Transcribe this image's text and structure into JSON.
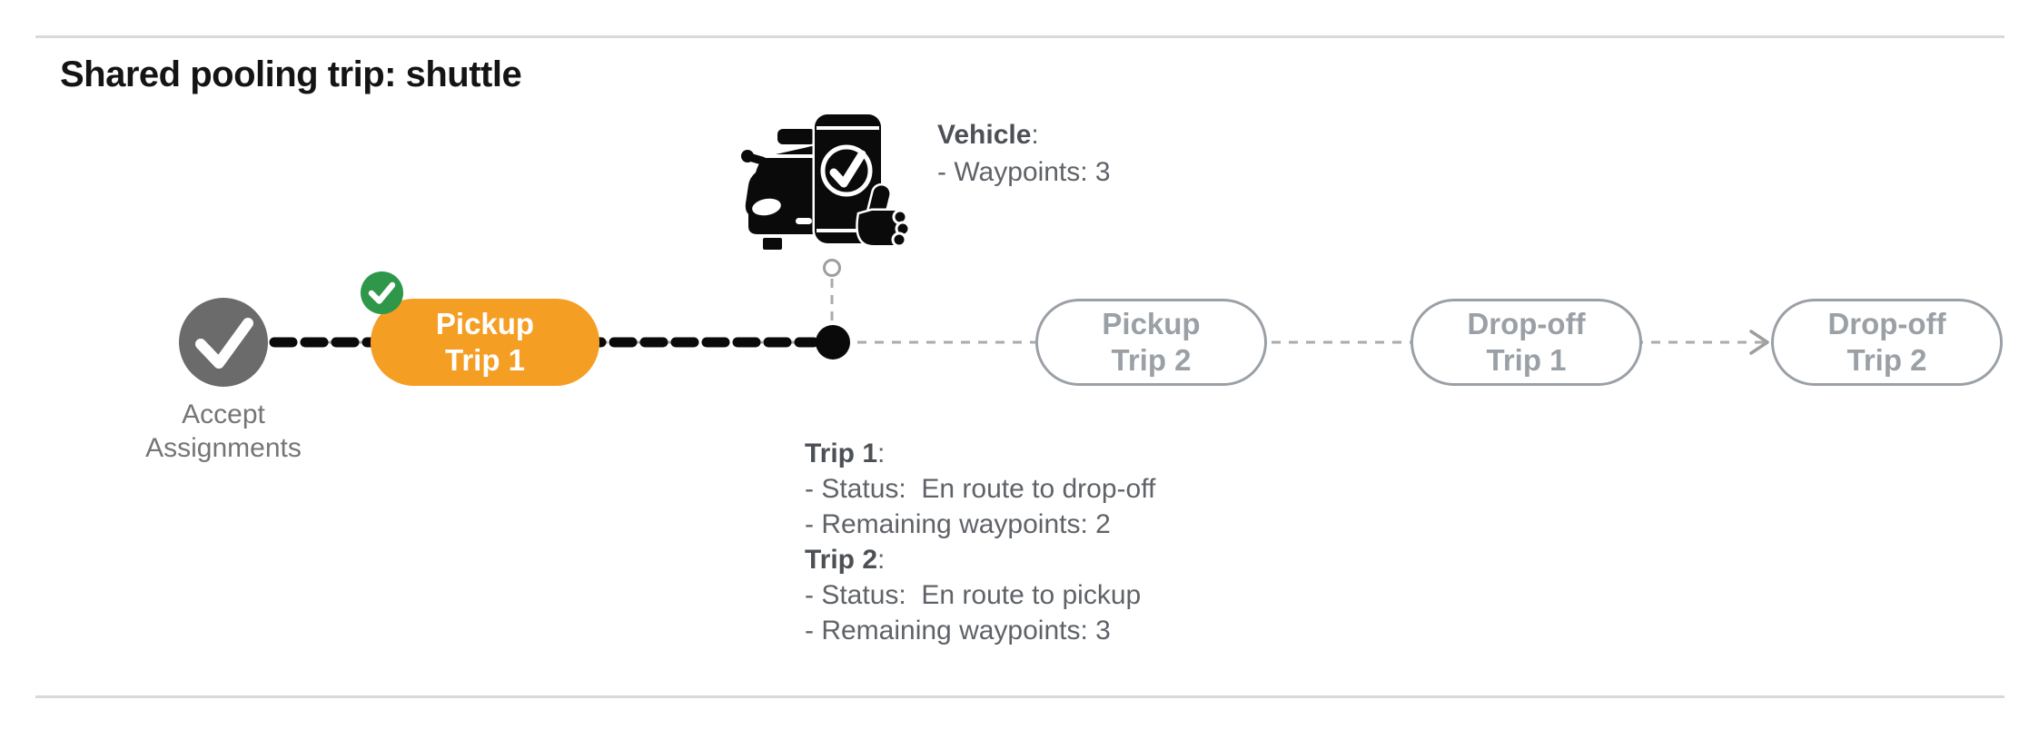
{
  "title": "Shared pooling trip: shuttle",
  "diagram": {
    "start_node": {
      "label_lines": [
        "Accept",
        "Assignments"
      ],
      "state": "completed"
    },
    "stages": [
      {
        "lines": [
          "Pickup",
          "Trip 1"
        ],
        "state": "active"
      },
      {
        "lines": [
          "Pickup",
          "Trip 2"
        ],
        "state": "pending"
      },
      {
        "lines": [
          "Drop-off",
          "Trip 1"
        ],
        "state": "pending"
      },
      {
        "lines": [
          "Drop-off",
          "Trip 2"
        ],
        "state": "pending"
      }
    ],
    "vehicle_note": {
      "heading": "Vehicle",
      "colon": ":",
      "lines": [
        "- Waypoints: 3"
      ]
    },
    "trip_note": {
      "trip1_heading": "Trip 1",
      "trip1_colon": ":",
      "trip1_lines": [
        "- Status:  En route to drop-off",
        "- Remaining waypoints: 2"
      ],
      "trip2_heading": "Trip 2",
      "trip2_colon": ":",
      "trip2_lines": [
        "- Status:  En route to pickup",
        "- Remaining waypoints: 3"
      ]
    },
    "colors": {
      "active_stage": "#f59e24",
      "completed_badge": "#2e9749",
      "completed_node": "#6b6b6b",
      "pending_outline": "#9aa0a6",
      "progress_line": "#0a0a0a",
      "future_line": "#ababab",
      "note_text": "#5f6368",
      "hairline": "#d9d9d9"
    }
  }
}
